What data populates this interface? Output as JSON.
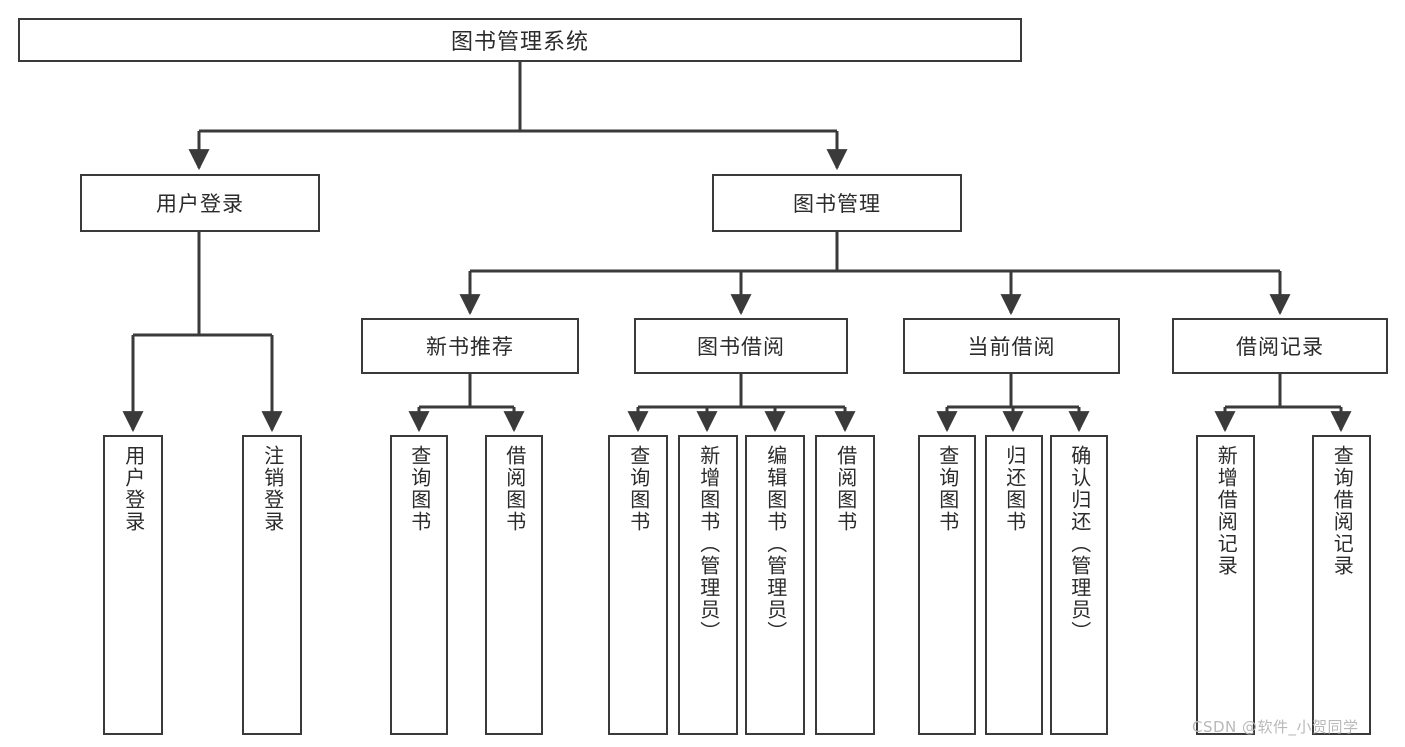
{
  "diagram": {
    "title": "图书管理系统",
    "type": "功能结构图",
    "root": {
      "label": "图书管理系统"
    },
    "level1": [
      {
        "label": "用户登录"
      },
      {
        "label": "图书管理"
      }
    ],
    "level2": [
      {
        "label": "新书推荐",
        "parent": "图书管理"
      },
      {
        "label": "图书借阅",
        "parent": "图书管理"
      },
      {
        "label": "当前借阅",
        "parent": "图书管理"
      },
      {
        "label": "借阅记录",
        "parent": "图书管理"
      }
    ],
    "leaves": {
      "user_login": [
        {
          "label": "用户登录"
        },
        {
          "label": "注销登录"
        }
      ],
      "new_book_recommend": [
        {
          "label": "查询图书"
        },
        {
          "label": "借阅图书"
        }
      ],
      "book_borrow": [
        {
          "label": "查询图书"
        },
        {
          "label": "新增图书（管理员）"
        },
        {
          "label": "编辑图书（管理员）"
        },
        {
          "label": "借阅图书"
        }
      ],
      "current_borrow": [
        {
          "label": "查询图书"
        },
        {
          "label": "归还图书"
        },
        {
          "label": "确认归还（管理员）"
        }
      ],
      "borrow_record": [
        {
          "label": "新增借阅记录"
        },
        {
          "label": "查询借阅记录"
        }
      ]
    }
  },
  "watermark": {
    "text": "CSDN @软件_小贺同学"
  },
  "colors": {
    "border": "#3a3a3a",
    "text": "#2b2b2b",
    "background": "#ffffff",
    "watermark": "#b9b9b9"
  }
}
